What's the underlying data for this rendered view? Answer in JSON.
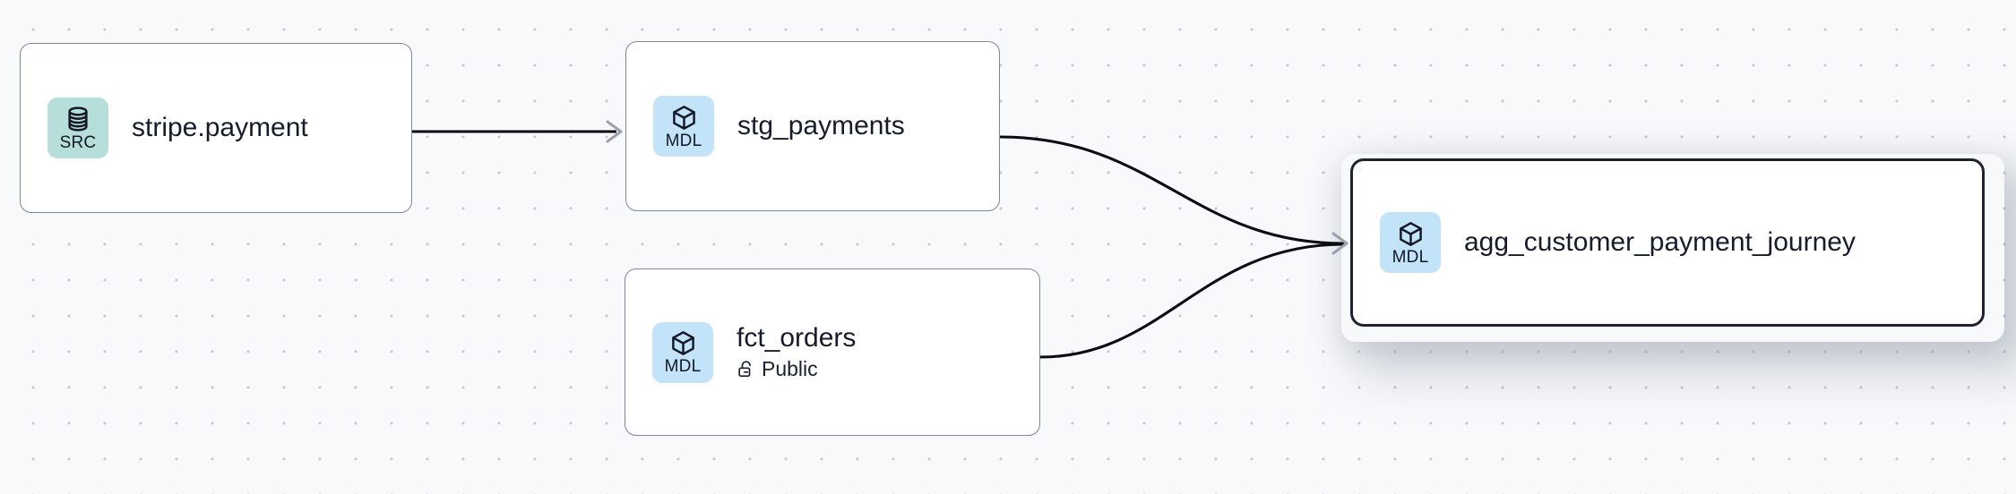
{
  "graph": {
    "title": "data-lineage-graph",
    "background_color": "#f7f9fb",
    "dot_color": "#c3c8d0",
    "edge_color": "#0b0d14",
    "arrow_color": "#9aa1ad",
    "selected_border_color": "#1e2334",
    "node_border_color": "#7f8697",
    "node_fill_color": "#ffffff",
    "text_color": "#171b2c"
  },
  "badges": {
    "source": {
      "label": "SRC",
      "icon": "database-icon",
      "color": "#b6dfdb"
    },
    "model": {
      "label": "MDL",
      "icon": "cube-icon",
      "color": "#c2e3f8"
    }
  },
  "nodes": [
    {
      "id": "stripe-payment",
      "title": "stripe.payment",
      "kind": "source",
      "badge_label": "SRC",
      "selected": false
    },
    {
      "id": "stg-payments",
      "title": "stg_payments",
      "kind": "model",
      "badge_label": "MDL",
      "selected": false
    },
    {
      "id": "fct-orders",
      "title": "fct_orders",
      "kind": "model",
      "badge_label": "MDL",
      "visibility": "Public",
      "visibility_icon": "unlock-icon",
      "selected": false
    },
    {
      "id": "agg-customer-payment-journey",
      "title": "agg_customer_payment_journey",
      "kind": "model",
      "badge_label": "MDL",
      "selected": true
    }
  ],
  "edges": [
    {
      "id": "e1",
      "from": "stripe-payment",
      "to": "stg-payments",
      "style": "straight"
    },
    {
      "id": "e2",
      "from": "stg-payments",
      "to": "agg-customer-payment-journey",
      "style": "bezier"
    },
    {
      "id": "e3",
      "from": "fct-orders",
      "to": "agg-customer-payment-journey",
      "style": "bezier"
    }
  ]
}
